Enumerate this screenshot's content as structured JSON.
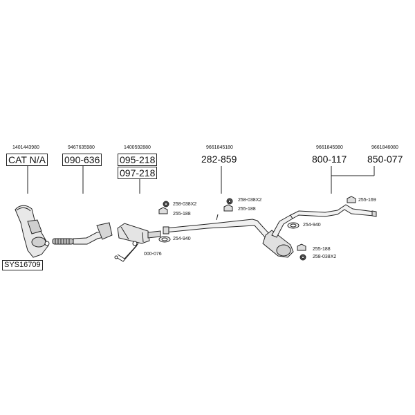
{
  "system_ref": "SYS16709",
  "parts": [
    {
      "id": "cat",
      "oem": "1401443980",
      "part_no": "CAT N/A",
      "boxed": true
    },
    {
      "id": "front-pipe",
      "oem": "9467635980",
      "part_no": "090-636",
      "boxed": true
    },
    {
      "id": "dpf",
      "oem": "1400592880",
      "part_no": "095-218",
      "part_no_2": "097-218",
      "boxed": true
    },
    {
      "id": "middle-pipe",
      "oem": "9661845180",
      "part_no": "282-859",
      "boxed": false
    },
    {
      "id": "rear-silencer-a",
      "oem": "9661845980",
      "part_no": "800-117",
      "boxed": false
    },
    {
      "id": "rear-silencer-b",
      "oem": "9661846080",
      "part_no": "850-077",
      "boxed": false
    }
  ],
  "fittings": {
    "f1": "258-038X2",
    "f2": "255-188",
    "f3": "254-940",
    "f4": "000-076",
    "f5": "258-038X2",
    "f6": "255-188",
    "f7": "254-940",
    "f8": "255-188",
    "f9": "258-038X2",
    "f10": "255-169"
  }
}
